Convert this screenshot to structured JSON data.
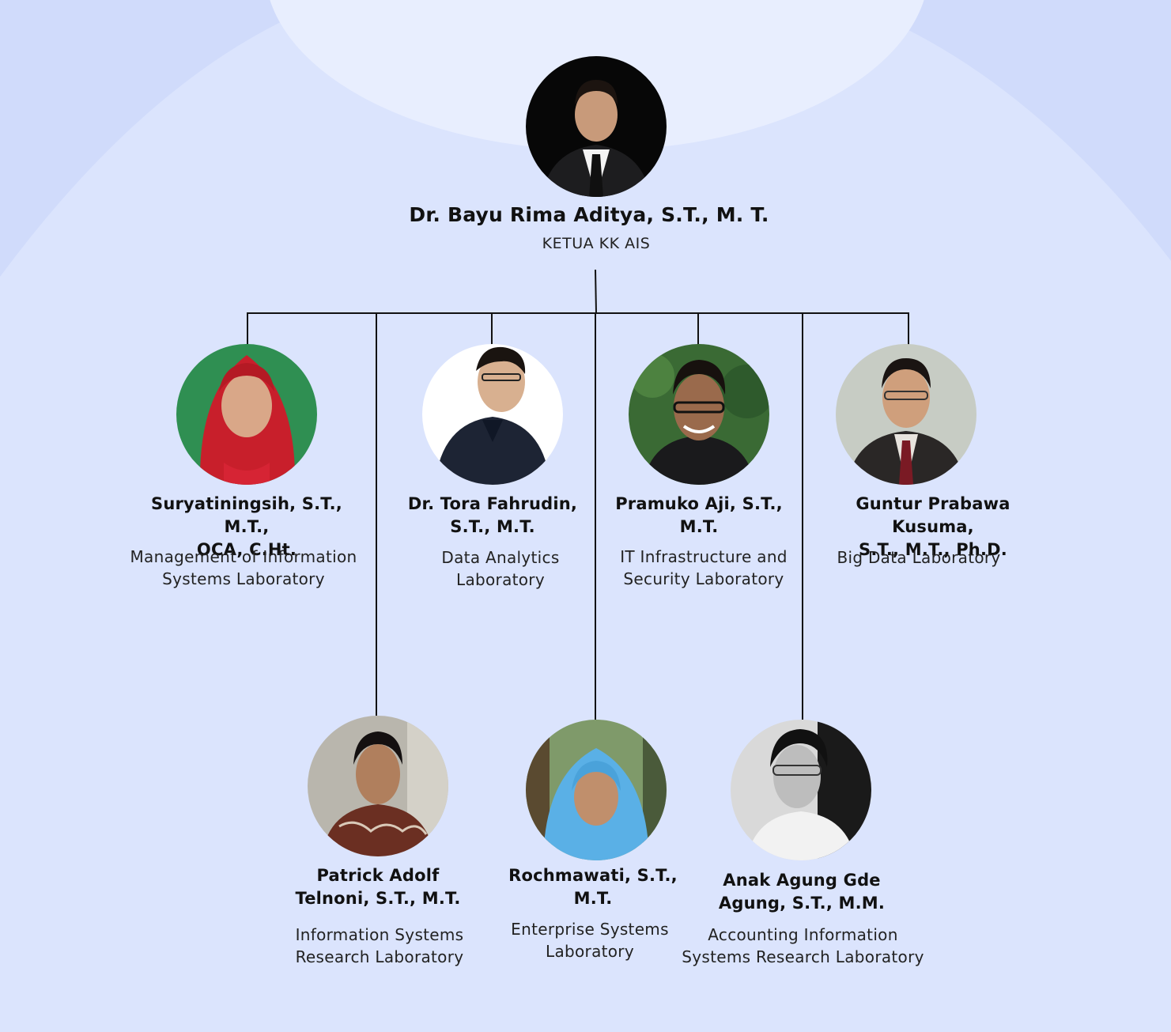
{
  "colors": {
    "background": "#dbe4fd",
    "top_arc": "#e8eefe",
    "side_shade": "#d0dbfb",
    "connector": "#111111"
  },
  "head": {
    "name": "Dr. Bayu Rima Aditya, S.T., M. T.",
    "role": "KETUA KK AIS"
  },
  "members": [
    {
      "name_lines": [
        "Suryatiningsih, S.T., M.T.,",
        "OCA, C.Ht."
      ],
      "role_lines": [
        "Management of Information",
        "Systems Laboratory"
      ]
    },
    {
      "name_lines": [
        "Dr. Tora Fahrudin,",
        "S.T., M.T."
      ],
      "role_lines": [
        "Data Analytics",
        "Laboratory"
      ]
    },
    {
      "name_lines": [
        "Pramuko Aji, S.T.,",
        "M.T."
      ],
      "role_lines": [
        "IT Infrastructure and",
        "Security Laboratory"
      ]
    },
    {
      "name_lines": [
        "Guntur Prabawa Kusuma,",
        "S.T., M.T., Ph.D."
      ],
      "role_lines": [
        "Big Data Laboratory"
      ]
    },
    {
      "name_lines": [
        "Patrick Adolf",
        "Telnoni, S.T., M.T."
      ],
      "role_lines": [
        "Information Systems",
        "Research Laboratory"
      ]
    },
    {
      "name_lines": [
        "Rochmawati, S.T.,",
        "M.T."
      ],
      "role_lines": [
        "Enterprise Systems",
        "Laboratory"
      ]
    },
    {
      "name_lines": [
        "Anak Agung Gde",
        "Agung, S.T., M.M."
      ],
      "role_lines": [
        "Accounting Information",
        "Systems Research Laboratory"
      ]
    }
  ]
}
